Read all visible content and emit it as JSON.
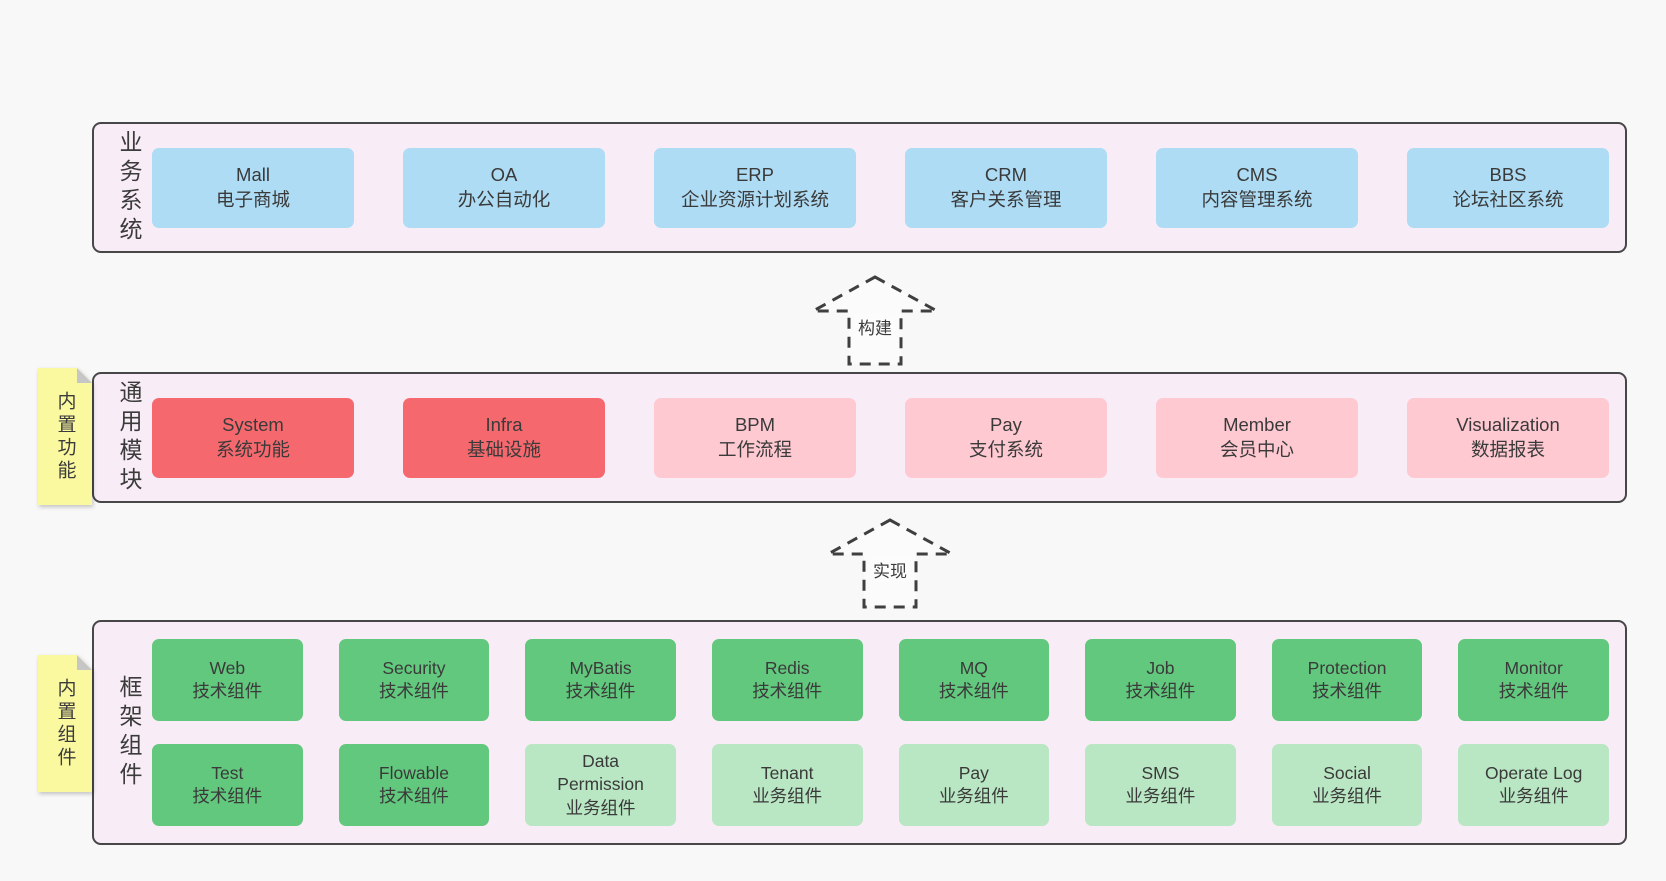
{
  "colors": {
    "page_bg": "#f8f8f8",
    "container_bg": "#f8edf6",
    "sticky_bg": "#fbf9a0",
    "blue": "#aedcf4",
    "red": "#f5696e",
    "pink": "#ffc9d2",
    "green": "#62c87d",
    "lightgreen": "#b9e6c3"
  },
  "arrows": {
    "build": "构建",
    "implement": "实现"
  },
  "layers": {
    "business": {
      "label": "业务系统",
      "boxes": [
        {
          "title": "Mall",
          "subtitle": "电子商城"
        },
        {
          "title": "OA",
          "subtitle": "办公自动化"
        },
        {
          "title": "ERP",
          "subtitle": "企业资源计划系统"
        },
        {
          "title": "CRM",
          "subtitle": "客户关系管理"
        },
        {
          "title": "CMS",
          "subtitle": "内容管理系统"
        },
        {
          "title": "BBS",
          "subtitle": "论坛社区系统"
        }
      ]
    },
    "modules": {
      "label": "通用模块",
      "sticky": "内置功能",
      "boxes": [
        {
          "title": "System",
          "subtitle": "系统功能"
        },
        {
          "title": "Infra",
          "subtitle": "基础设施"
        },
        {
          "title": "BPM",
          "subtitle": "工作流程"
        },
        {
          "title": "Pay",
          "subtitle": "支付系统"
        },
        {
          "title": "Member",
          "subtitle": "会员中心"
        },
        {
          "title": "Visualization",
          "subtitle": "数据报表"
        }
      ]
    },
    "components": {
      "label": "框架组件",
      "sticky": "内置组件",
      "row1": [
        {
          "title": "Web",
          "subtitle": "技术组件"
        },
        {
          "title": "Security",
          "subtitle": "技术组件"
        },
        {
          "title": "MyBatis",
          "subtitle": "技术组件"
        },
        {
          "title": "Redis",
          "subtitle": "技术组件"
        },
        {
          "title": "MQ",
          "subtitle": "技术组件"
        },
        {
          "title": "Job",
          "subtitle": "技术组件"
        },
        {
          "title": "Protection",
          "subtitle": "技术组件"
        },
        {
          "title": "Monitor",
          "subtitle": "技术组件"
        }
      ],
      "row2": [
        {
          "title": "Test",
          "subtitle": "技术组件"
        },
        {
          "title": "Flowable",
          "subtitle": "技术组件"
        },
        {
          "title": "Data\nPermission",
          "subtitle": "业务组件"
        },
        {
          "title": "Tenant",
          "subtitle": "业务组件"
        },
        {
          "title": "Pay",
          "subtitle": "业务组件"
        },
        {
          "title": "SMS",
          "subtitle": "业务组件"
        },
        {
          "title": "Social",
          "subtitle": "业务组件"
        },
        {
          "title": "Operate Log",
          "subtitle": "业务组件"
        }
      ]
    }
  }
}
